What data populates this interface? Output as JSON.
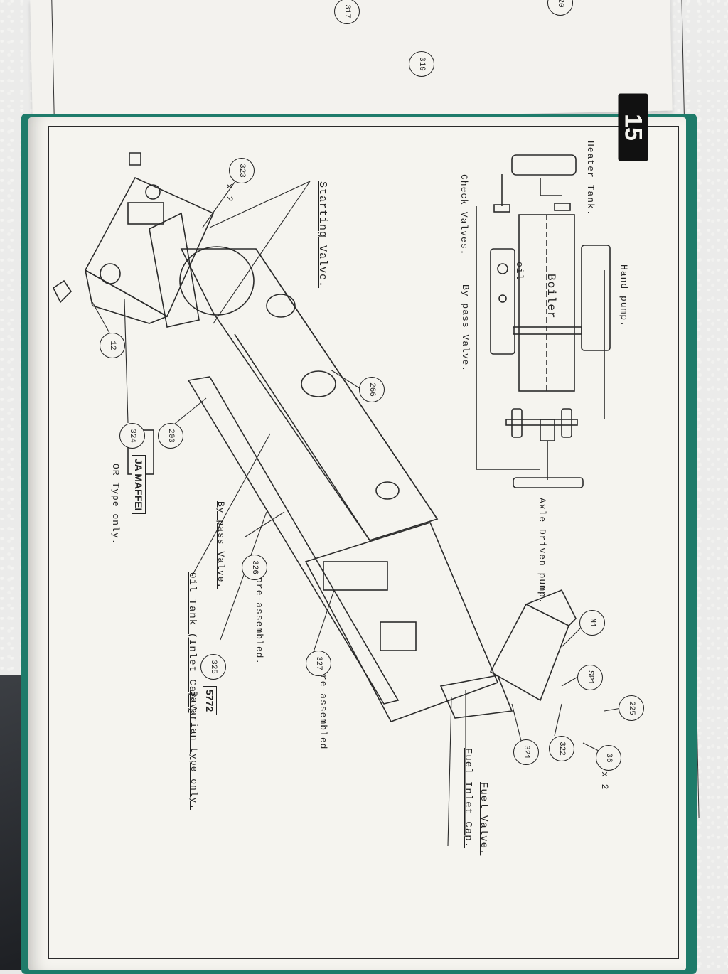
{
  "page": {
    "number": "15"
  },
  "previous_page": {
    "callouts": [
      "317",
      "319",
      "20"
    ]
  },
  "schematic": {
    "hand_pump": "Hand pump.",
    "heater_tank": "Heater Tank.",
    "check_valves": "Check Valves.",
    "boiler": "Boiler",
    "oil": "oil",
    "by_pass_valve": "By pass Valve.",
    "axle_driven_pump": "Axle Driven pump."
  },
  "labels": {
    "starting_valve": "Starting Valve.",
    "oil_tank": "Oil Tank  (Inlet Cap.)",
    "by_pass_valve": "By pass Valve.",
    "fuel_valve": "Fuel Valve.",
    "fuel_inlet_cap": "Fuel Inlet Cap.",
    "pre_assembled_326": "pre-assembled.",
    "pre_assembled_327": "pre-assembled",
    "ja_maffei_note": "OR Type only.",
    "bavarian_note": "Bavarian type only."
  },
  "plates": {
    "ja_maffei": "JA MAFFEI",
    "number_5772": "5772"
  },
  "callouts": {
    "c323": "323",
    "c323_qty": "x 2",
    "c12": "12",
    "c324": "324",
    "c203": "203",
    "c266": "266",
    "c326": "326",
    "c327": "327",
    "c325": "325",
    "cN1": "N1",
    "cSP1": "SP1",
    "c225": "225",
    "c322": "322",
    "c321": "321",
    "c36": "36",
    "c36_qty": "x 2"
  }
}
